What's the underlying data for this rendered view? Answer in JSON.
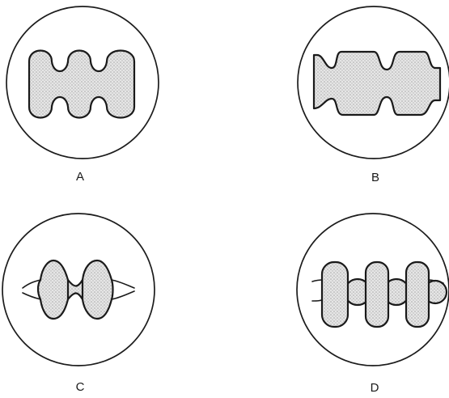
{
  "panels": [
    {
      "id": "A",
      "label": "A"
    },
    {
      "id": "B",
      "label": "B"
    },
    {
      "id": "C",
      "label": "C"
    },
    {
      "id": "D",
      "label": "D"
    }
  ],
  "colors": {
    "outline": "#1a1a1a",
    "fill_light": "#e6e6e6",
    "fill_dots": "#a8a8a8"
  }
}
